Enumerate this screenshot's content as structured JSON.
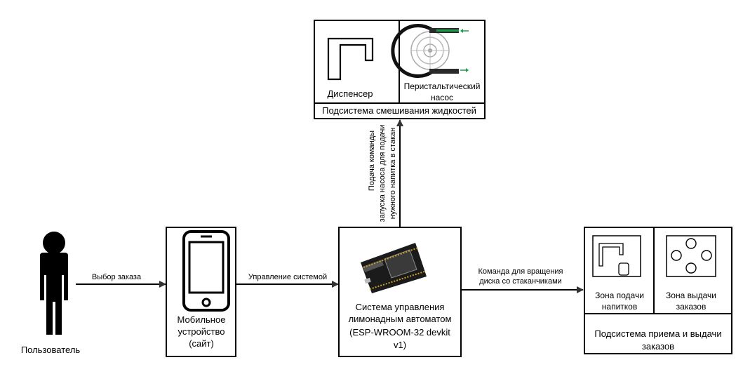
{
  "user": {
    "label": "Пользователь"
  },
  "mobile": {
    "line1": "Мобильное",
    "line2": "устройство",
    "line3": "(сайт)"
  },
  "controller": {
    "line1": "Система управления",
    "line2": "лимонадным автоматом",
    "line3": "(ESP-WROOM-32 devkit",
    "line4": "v1)"
  },
  "mixing": {
    "dispenser": "Диспенсер",
    "pump_line1": "Перистальтический",
    "pump_line2": "насос",
    "subsystem": "Подсистема смешивания жидкостей"
  },
  "orders": {
    "feed_line1": "Зона подачи",
    "feed_line2": "напитков",
    "pickup_line1": "Зона выдачи",
    "pickup_line2": "заказов",
    "subsystem_line1": "Подсистема приема и выдачи",
    "subsystem_line2": "заказов"
  },
  "arrows": {
    "order_select": "Выбор заказа",
    "system_control": "Управление системой",
    "rotate_line1": "Команда для вращения",
    "rotate_line2": "диска со стаканчиками",
    "pump_cmd_line1": "Подача команды",
    "pump_cmd_line2": "запуска насоса для подачи",
    "pump_cmd_line3": "нужного напитка в стакан"
  },
  "colors": {
    "pump_arrows": "#1a9e4a",
    "line": "#000000"
  }
}
